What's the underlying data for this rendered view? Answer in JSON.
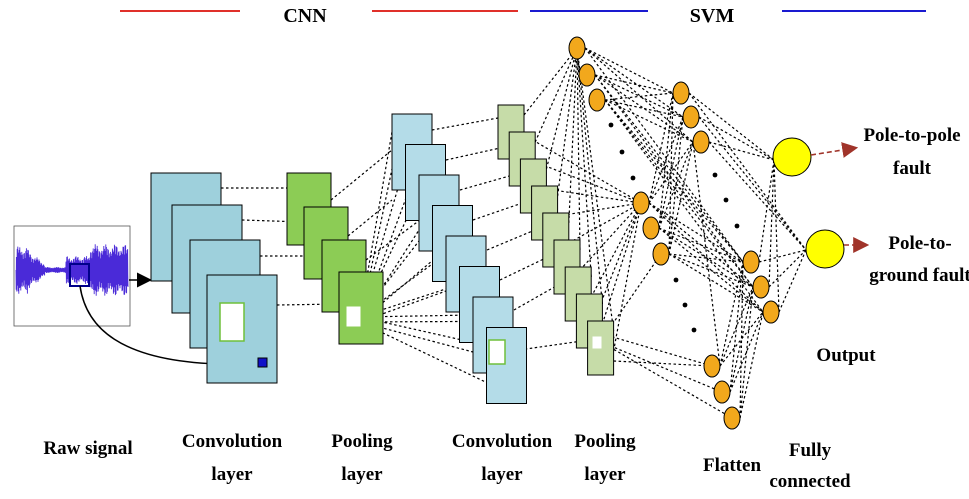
{
  "header": {
    "left_title": "CNN",
    "right_title": "SVM",
    "cnn_color": "#e0302a",
    "svm_color": "#1a1ad0"
  },
  "labels": {
    "raw_signal": "Raw signal",
    "conv1_line1": "Convolution",
    "conv1_line2": "layer",
    "pool1_line1": "Pooling",
    "pool1_line2": "layer",
    "conv2_line1": "Convolution",
    "conv2_line2": "layer",
    "pool2_line1": "Pooling",
    "pool2_line2": "layer",
    "flatten": "Flatten",
    "fc_line1": "Fully",
    "fc_line2": "connected",
    "output": "Output",
    "out1_line1": "Pole-to-pole",
    "out1_line2": "fault",
    "out2_line1": "Pole-to-",
    "out2_line2": "ground fault"
  },
  "colors": {
    "conv1_fill": "#9ed0dc",
    "pool1_fill": "#8ccc55",
    "conv2_fill": "#b4dce8",
    "pool2_fill": "#c6dca8",
    "node_fill": "#f2a81c",
    "output_fill": "#ffff00",
    "signal_color": "#4a2ad8",
    "arrow_color": "#a0342a"
  },
  "icons": {
    "signal": "waveform-plot-icon",
    "output_arrow": "dashed-arrow-icon"
  }
}
